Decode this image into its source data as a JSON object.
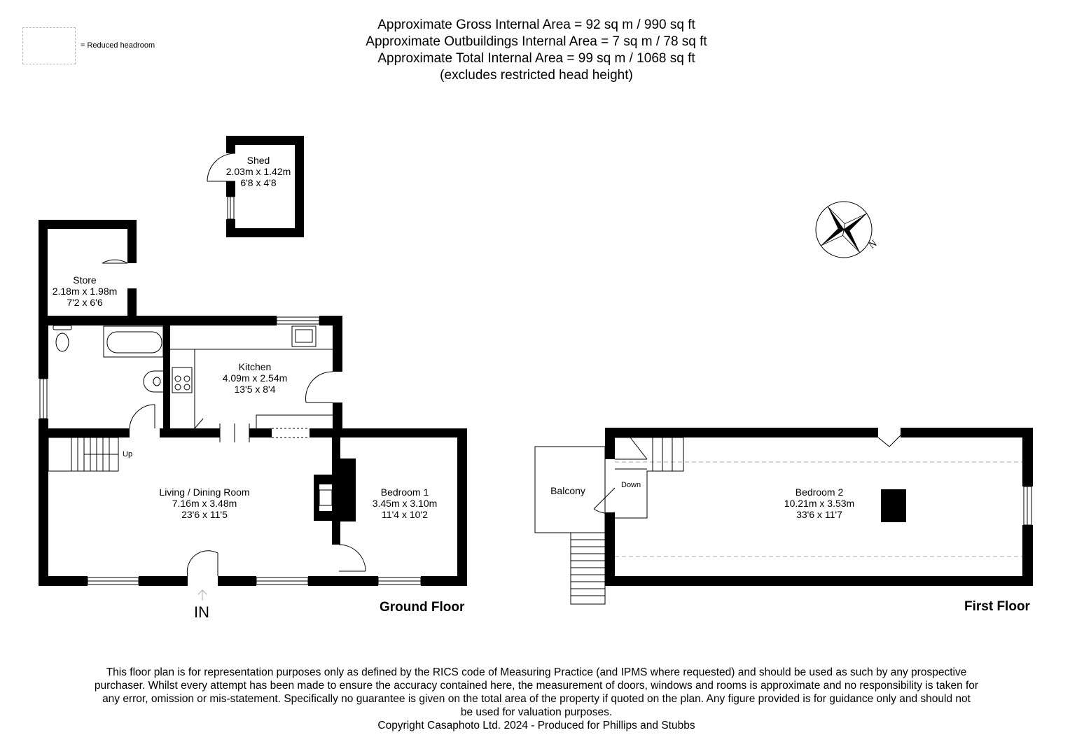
{
  "header": {
    "line1": "Approximate Gross Internal Area = 92 sq m / 990 sq ft",
    "line2": "Approximate Outbuildings Internal Area = 7 sq m / 78 sq ft",
    "line3": "Approximate Total Internal Area = 99 sq m / 1068 sq ft",
    "line4": "(excludes restricted head height)"
  },
  "legend": {
    "text": "= Reduced headroom"
  },
  "compass": {
    "north_label": "N"
  },
  "rooms": {
    "shed": {
      "name": "Shed",
      "metric": "2.03m x 1.42m",
      "imperial": "6'8 x 4'8"
    },
    "store": {
      "name": "Store",
      "metric": "2.18m x 1.98m",
      "imperial": "7'2 x 6'6"
    },
    "kitchen": {
      "name": "Kitchen",
      "metric": "4.09m x 2.54m",
      "imperial": "13'5 x 8'4"
    },
    "living": {
      "name": "Living / Dining Room",
      "metric": "7.16m x 3.48m",
      "imperial": "23'6 x 11'5"
    },
    "bedroom1": {
      "name": "Bedroom 1",
      "metric": "3.45m x 3.10m",
      "imperial": "11'4 x 10'2"
    },
    "bedroom2": {
      "name": "Bedroom 2",
      "metric": "10.21m x 3.53m",
      "imperial": "33'6 x 11'7"
    },
    "balcony": {
      "name": "Balcony"
    }
  },
  "stairs": {
    "up_label": "Up",
    "down_label": "Down"
  },
  "entry": {
    "label": "IN"
  },
  "floors": {
    "ground": "Ground Floor",
    "first": "First Floor"
  },
  "footer": {
    "line1": "This floor plan is for representation purposes only as defined by the RICS code of Measuring Practice (and IPMS where requested) and should be used as such by any prospective",
    "line2": "purchaser. Whilst every attempt has been made to ensure the accuracy contained here, the measurement of doors, windows and rooms is approximate and no responsibility is taken for",
    "line3": "any error, omission or mis-statement. Specifically no guarantee is given on the total area of the property if quoted on the plan. Any figure provided is for guidance only and should not",
    "line4": "be used for valuation purposes.",
    "copyright": "Copyright Casaphoto Ltd. 2024 - Produced for Phillips and Stubbs"
  }
}
